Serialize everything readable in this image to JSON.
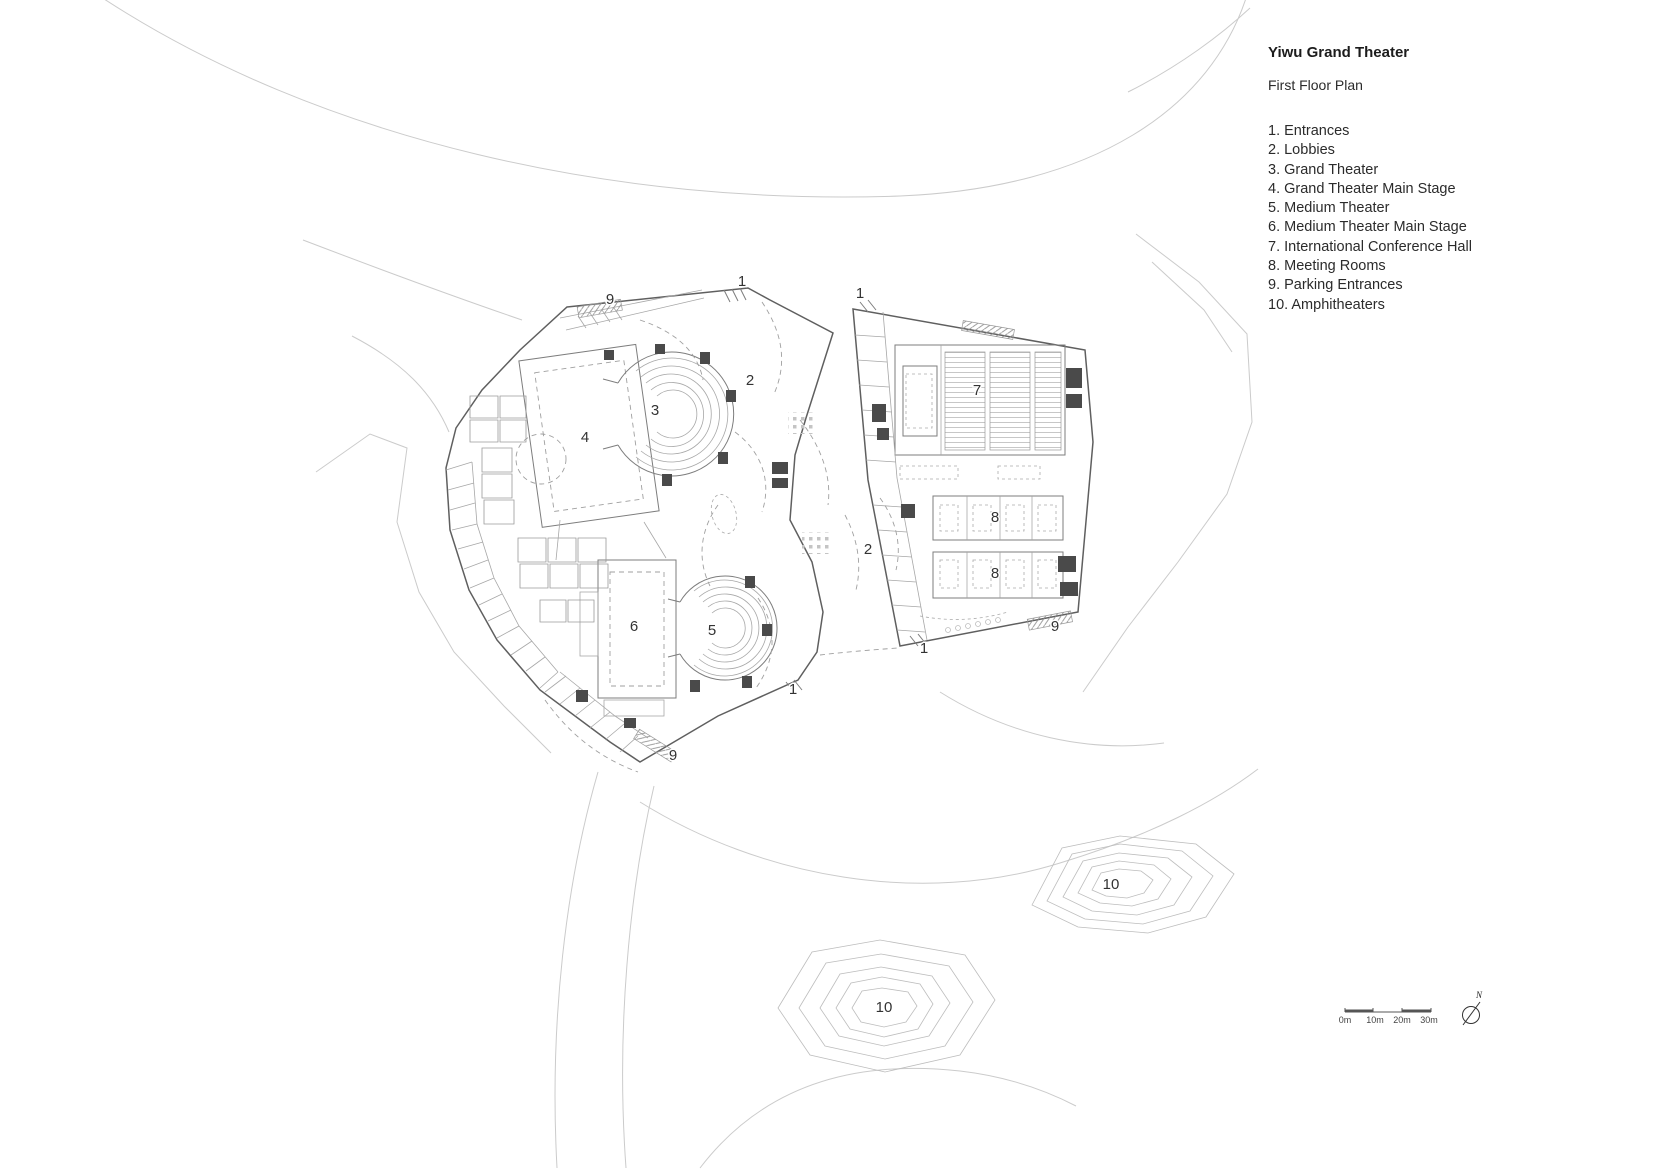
{
  "title_block": {
    "title": "Yiwu Grand Theater",
    "subtitle": "First Floor Plan",
    "legend": [
      "1. Entrances",
      "2. Lobbies",
      "3. Grand Theater",
      "4. Grand Theater Main Stage",
      "5. Medium Theater",
      "6. Medium Theater Main Stage",
      "7. International Conference Hall",
      "8. Meeting Rooms",
      "9. Parking Entrances",
      "10. Amphitheaters"
    ]
  },
  "plan_labels": [
    {
      "id": "parking-entrance-9-top",
      "text": "9"
    },
    {
      "id": "entrance-1-top-left",
      "text": "1"
    },
    {
      "id": "entrance-1-top-right",
      "text": "1"
    },
    {
      "id": "lobby-2-left",
      "text": "2"
    },
    {
      "id": "grand-theater-3",
      "text": "3"
    },
    {
      "id": "conference-hall-7",
      "text": "7"
    },
    {
      "id": "grand-stage-4",
      "text": "4"
    },
    {
      "id": "meeting-rooms-8-upper",
      "text": "8"
    },
    {
      "id": "lobby-2-right",
      "text": "2"
    },
    {
      "id": "meeting-rooms-8-lower",
      "text": "8"
    },
    {
      "id": "medium-stage-6",
      "text": "6"
    },
    {
      "id": "medium-theater-5",
      "text": "5"
    },
    {
      "id": "parking-entrance-9-right",
      "text": "9"
    },
    {
      "id": "entrance-1-bottom-right",
      "text": "1"
    },
    {
      "id": "entrance-1-bottom",
      "text": "1"
    },
    {
      "id": "parking-entrance-9-bottom",
      "text": "9"
    },
    {
      "id": "amphitheater-10-upper",
      "text": "10"
    },
    {
      "id": "amphitheater-10-lower",
      "text": "10"
    }
  ],
  "scale_bar": {
    "labels": [
      "0m",
      "10m",
      "20m",
      "30m"
    ]
  },
  "north": {
    "label": "N"
  }
}
